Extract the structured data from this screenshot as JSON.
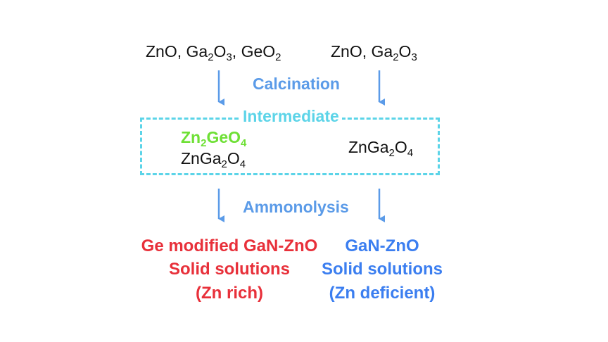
{
  "left_reactants": {
    "zno": "ZnO, ",
    "ga": "Ga",
    "ga_sub": "2",
    "o3": "O",
    "o3_sub": "3",
    "sep": ", ",
    "ge": "GeO",
    "ge_sub": "2"
  },
  "right_reactants": {
    "zno": "ZnO, ",
    "ga": "Ga",
    "ga_sub": "2",
    "o3": "O",
    "o3_sub": "3"
  },
  "calcination_label": "Calcination",
  "intermediate": {
    "label": "Intermediate",
    "left_1": {
      "zn": "Zn",
      "zn_sub": "2",
      "geo": "GeO",
      "geo_sub": "4"
    },
    "left_2": {
      "zn": "ZnGa",
      "zn_sub": "2",
      "o": "O",
      "o_sub": "4"
    },
    "right": {
      "zn": "ZnGa",
      "zn_sub": "2",
      "o": "O",
      "o_sub": "4"
    }
  },
  "ammonolysis_label": "Ammonolysis",
  "left_product": {
    "line1": "Ge modified GaN-ZnO",
    "line2": "Solid solutions",
    "line3": "(Zn rich)"
  },
  "right_product": {
    "line1": "GaN-ZnO",
    "line2": "Solid solutions",
    "line3": "(Zn deficient)"
  },
  "colors": {
    "arrow": "#5b9be8",
    "intermediate_border": "#5cd4e8",
    "zn2geo4": "#6ee035",
    "left_product": "#e8303a",
    "right_product": "#3b7ef0"
  }
}
